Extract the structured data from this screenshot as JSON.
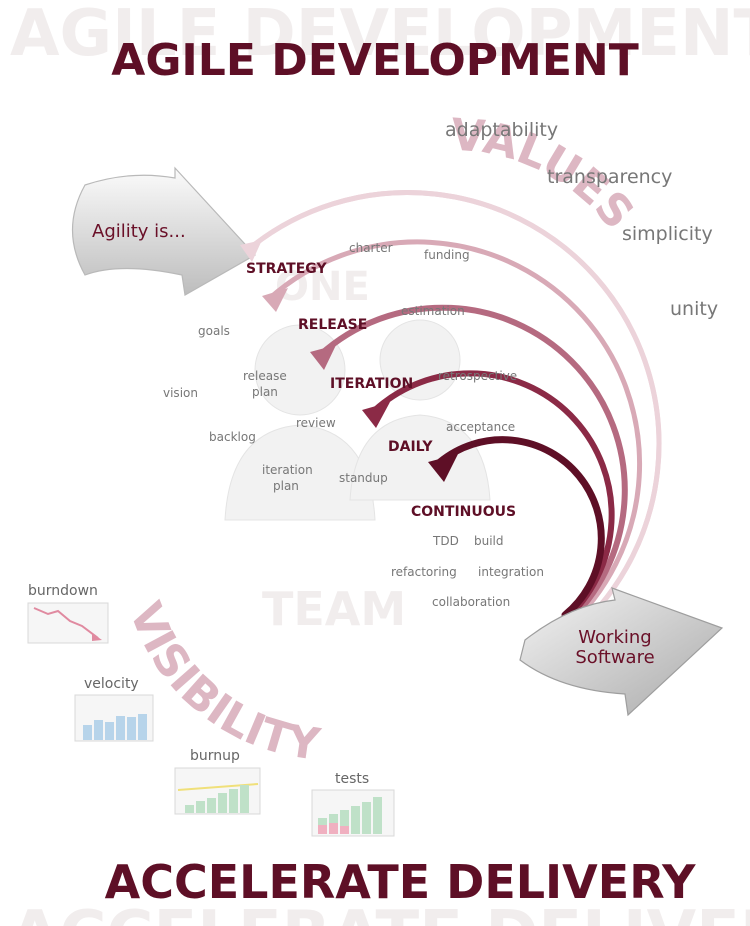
{
  "title": "AGILE DEVELOPMENT",
  "subtitle": "ACCELERATE DELIVERY",
  "ghost_center_top": "ONE",
  "ghost_center_bottom": "TEAM",
  "agility_label": "Agility is...",
  "output_label_line1": "Working",
  "output_label_line2": "Software",
  "values_heading": "VALUES",
  "values": [
    "adaptability",
    "transparency",
    "simplicity",
    "unity"
  ],
  "visibility_heading": "VISIBILITY",
  "levels": {
    "strategy": "STRATEGY",
    "release": "RELEASE",
    "iteration": "ITERATION",
    "daily": "DAILY",
    "continuous": "CONTINUOUS"
  },
  "practices": {
    "charter": "charter",
    "funding": "funding",
    "estimation": "estimation",
    "goals": "goals",
    "vision": "vision",
    "release_plan_1": "release",
    "release_plan_2": "plan",
    "retrospective": "retrospective",
    "review": "review",
    "backlog": "backlog",
    "acceptance": "acceptance",
    "iteration_plan_1": "iteration",
    "iteration_plan_2": "plan",
    "standup": "standup",
    "tdd": "TDD",
    "build": "build",
    "refactoring": "refactoring",
    "integration": "integration",
    "collaboration": "collaboration"
  },
  "metrics": {
    "burndown": "burndown",
    "velocity": "velocity",
    "burnup": "burnup",
    "tests": "tests"
  },
  "colors": {
    "maroon": "#5e0f26",
    "ring_strategy": "#ecd3da",
    "ring_release": "#d8a9b6",
    "ring_iteration": "#b56a80",
    "ring_daily": "#8b2a46",
    "ring_continuous": "#5e0f26"
  }
}
